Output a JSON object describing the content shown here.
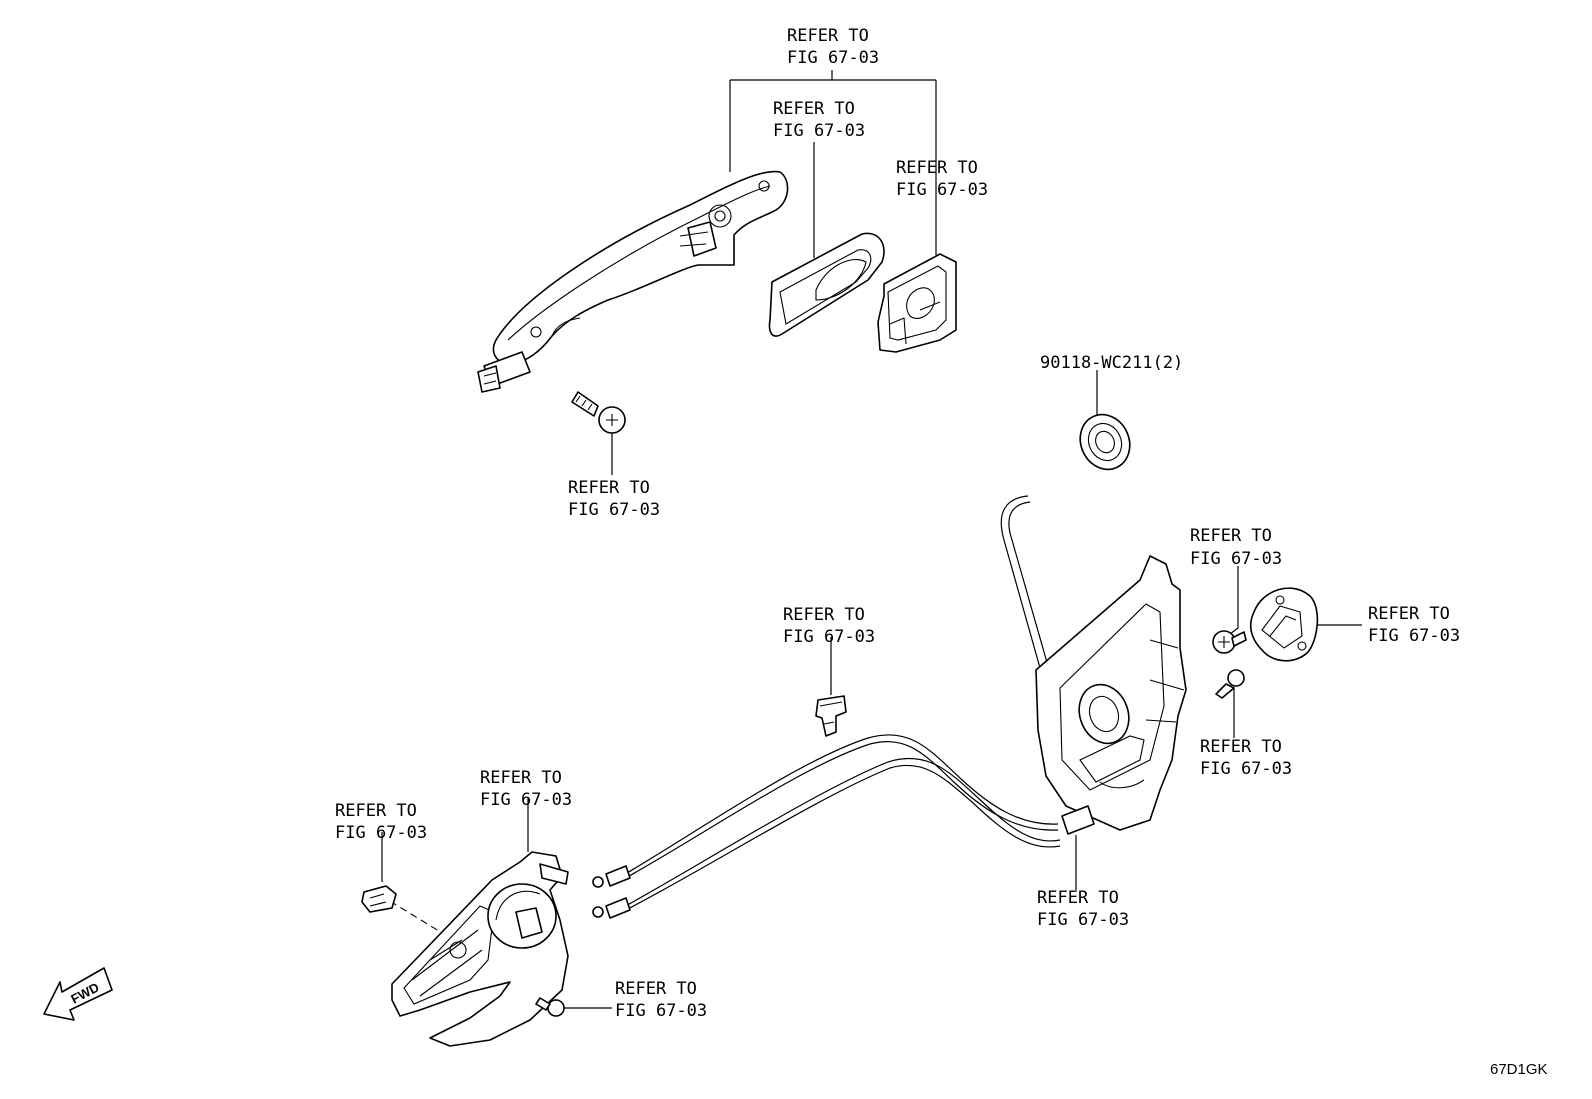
{
  "labels": {
    "l1a": "REFER TO",
    "l1b": "FIG 67-03",
    "l2a": "REFER TO",
    "l2b": "FIG 67-03",
    "l3a": "REFER TO",
    "l3b": "FIG 67-03",
    "l4a": "REFER TO",
    "l4b": "FIG 67-03",
    "l5": "90118-WC211(2)",
    "l6a": "REFER TO",
    "l6b": "FIG 67-03",
    "l7a": "REFER TO",
    "l7b": "FIG 67-03",
    "l8a": "REFER TO",
    "l8b": "FIG 67-03",
    "l9a": "REFER TO",
    "l9b": "FIG 67-03",
    "l10a": "REFER TO",
    "l10b": "FIG 67-03",
    "l11a": "REFER TO",
    "l11b": "FIG 67-03",
    "l12a": "REFER TO",
    "l12b": "FIG 67-03",
    "l13a": "REFER TO",
    "l13b": "FIG 67-03"
  },
  "fwd_text": "FWD",
  "figure_code": "67D1GK"
}
